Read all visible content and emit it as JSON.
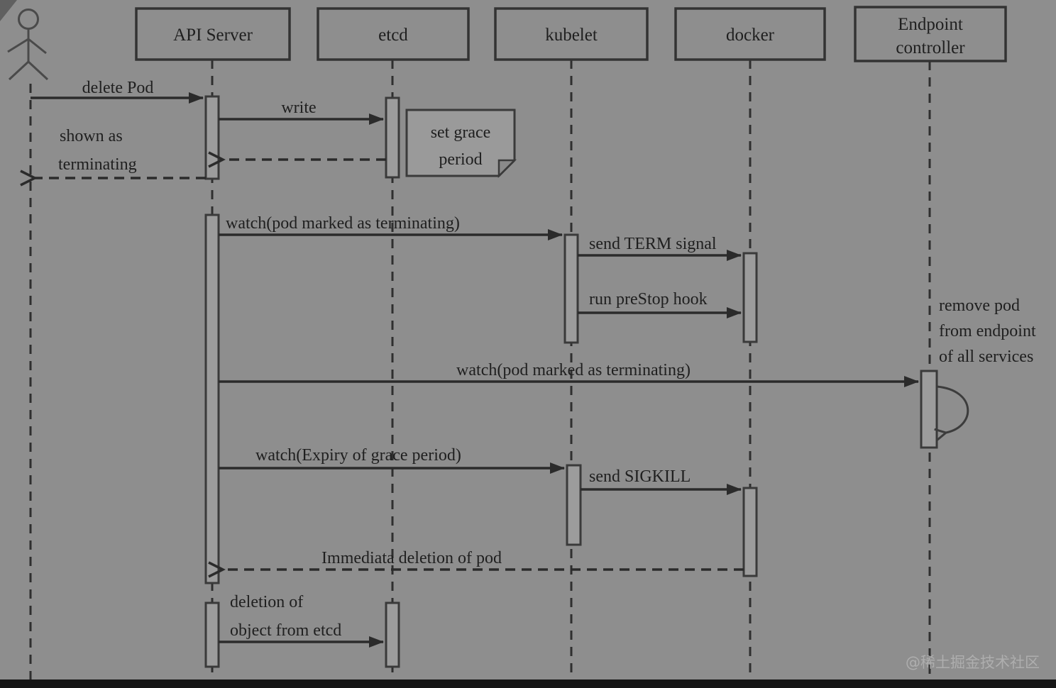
{
  "diagram": {
    "type": "uml-sequence",
    "topic": "Kubernetes pod deletion sequence",
    "participants": {
      "actor": "user",
      "api_server": "API Server",
      "etcd": "etcd",
      "kubelet": "kubelet",
      "docker": "docker",
      "endpoint_line1": "Endpoint",
      "endpoint_line2": "controller"
    },
    "messages": {
      "delete_pod": "delete Pod",
      "write": "write",
      "shown_as_line1": "shown as",
      "shown_as_line2": "terminating",
      "watch_terminating_kubelet": "watch(pod marked as terminating)",
      "send_term_signal": "send TERM signal",
      "run_prestop_hook": "run preStop hook",
      "watch_terminating_endpoint": "watch(pod marked as terminating)",
      "remove_pod_line1": "remove pod",
      "remove_pod_line2": "from endpoint",
      "remove_pod_line3": "of all services",
      "watch_expiry": "watch(Expiry of grace period)",
      "send_sigkill": "send SIGKILL",
      "immediate_deletion": "Immediata deletion of pod",
      "deletion_etcd_line1": "deletion of",
      "deletion_etcd_line2": "object from etcd"
    },
    "note": {
      "line1": "set grace",
      "line2": "period"
    },
    "watermark": "@稀土掘金技术社区",
    "colors": {
      "background": "#8e8e8e",
      "ink": "#2b2b2b",
      "box_border": "#333333",
      "bar_fill": "#9c9c9c",
      "note_fill": "#9a9a9a",
      "watermark": "#b2b2b2",
      "footer_strip": "#161616"
    }
  }
}
